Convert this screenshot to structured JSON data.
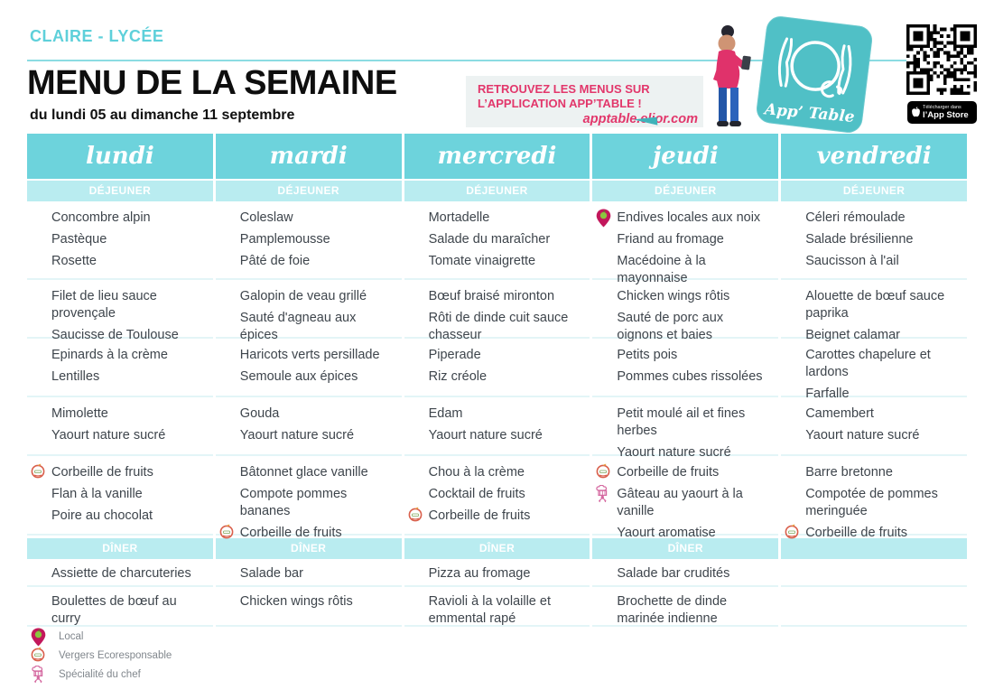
{
  "page": {
    "site_name": "CLAIRE - LYCÉE",
    "title": "MENU DE LA SEMAINE",
    "date_range": "du lundi 05 au dimanche 11 septembre"
  },
  "promo": {
    "line1": "RETROUVEZ LES MENUS SUR",
    "line2": "L’APPLICATION APP’TABLE !",
    "url": "apptable.elior.com",
    "app_logo_text": "App’ Table",
    "store_badge_top": "Télécharger dans",
    "store_badge_bottom": "l’App Store",
    "qr_icon": "qr-code-icon",
    "person_icon": "person-with-phone-illustration"
  },
  "table": {
    "days": [
      "lundi",
      "mardi",
      "mercredi",
      "jeudi",
      "vendredi"
    ],
    "lunch_label": "DÉJEUNER",
    "dinner_label": "DÎNER",
    "dinner_label_days": [
      true,
      true,
      true,
      true,
      false
    ],
    "lunch_rows": [
      {
        "name": "starters",
        "cells": [
          [
            {
              "label": "Concombre alpin"
            },
            {
              "label": "Pastèque"
            },
            {
              "label": "Rosette"
            }
          ],
          [
            {
              "label": "Coleslaw"
            },
            {
              "label": "Pamplemousse"
            },
            {
              "label": "Pâté de foie"
            }
          ],
          [
            {
              "label": "Mortadelle"
            },
            {
              "label": "Salade du maraîcher"
            },
            {
              "label": "Tomate vinaigrette"
            }
          ],
          [
            {
              "label": "Endives locales aux noix",
              "icon": "local-pin-icon"
            },
            {
              "label": "Friand au fromage"
            },
            {
              "label": "Macédoine à la mayonnaise"
            }
          ],
          [
            {
              "label": "Céleri rémoulade"
            },
            {
              "label": "Salade brésilienne"
            },
            {
              "label": "Saucisson à l'ail"
            }
          ]
        ]
      },
      {
        "name": "mains",
        "cells": [
          [
            {
              "label": "Filet de lieu sauce provençale"
            },
            {
              "label": "Saucisse de Toulouse"
            }
          ],
          [
            {
              "label": "Galopin de veau grillé"
            },
            {
              "label": "Sauté d'agneau aux épices"
            }
          ],
          [
            {
              "label": "Bœuf braisé mironton"
            },
            {
              "label": "Rôti de dinde cuit sauce chasseur"
            }
          ],
          [
            {
              "label": "Chicken wings rôtis"
            },
            {
              "label": "Sauté de porc aux oignons et baies"
            }
          ],
          [
            {
              "label": "Alouette de bœuf sauce paprika"
            },
            {
              "label": "Beignet calamar"
            }
          ]
        ]
      },
      {
        "name": "sides",
        "cells": [
          [
            {
              "label": "Epinards à la crème"
            },
            {
              "label": "Lentilles"
            }
          ],
          [
            {
              "label": "Haricots verts persillade"
            },
            {
              "label": "Semoule aux épices"
            }
          ],
          [
            {
              "label": "Piperade"
            },
            {
              "label": "Riz créole"
            }
          ],
          [
            {
              "label": "Petits pois"
            },
            {
              "label": "Pommes cubes rissolées"
            }
          ],
          [
            {
              "label": "Carottes chapelure et lardons"
            },
            {
              "label": "Farfalle"
            }
          ]
        ]
      },
      {
        "name": "dairy",
        "cells": [
          [
            {
              "label": "Mimolette"
            },
            {
              "label": "Yaourt nature sucré"
            }
          ],
          [
            {
              "label": "Gouda"
            },
            {
              "label": "Yaourt nature sucré"
            }
          ],
          [
            {
              "label": "Edam"
            },
            {
              "label": "Yaourt nature sucré"
            }
          ],
          [
            {
              "label": "Petit moulé ail et fines herbes"
            },
            {
              "label": "Yaourt nature sucré"
            }
          ],
          [
            {
              "label": "Camembert"
            },
            {
              "label": "Yaourt nature sucré"
            }
          ]
        ]
      },
      {
        "name": "desserts",
        "cells": [
          [
            {
              "label": "Corbeille de fruits",
              "icon": "vergers-ecoresponsable-icon"
            },
            {
              "label": "Flan à la vanille"
            },
            {
              "label": "Poire au chocolat"
            }
          ],
          [
            {
              "label": "Bâtonnet glace vanille"
            },
            {
              "label": "Compote pommes bananes"
            },
            {
              "label": "Corbeille de fruits",
              "icon": "vergers-ecoresponsable-icon"
            }
          ],
          [
            {
              "label": "Chou à la crème"
            },
            {
              "label": "Cocktail de fruits"
            },
            {
              "label": "Corbeille de fruits",
              "icon": "vergers-ecoresponsable-icon"
            }
          ],
          [
            {
              "label": "Corbeille de fruits",
              "icon": "vergers-ecoresponsable-icon"
            },
            {
              "label": "Gâteau au yaourt à la vanille",
              "icon": "chef-specialty-icon"
            },
            {
              "label": "Yaourt aromatise"
            }
          ],
          [
            {
              "label": "Barre bretonne"
            },
            {
              "label": "Compotée de pommes meringuée"
            },
            {
              "label": "Corbeille de fruits",
              "icon": "vergers-ecoresponsable-icon"
            }
          ]
        ]
      }
    ],
    "dinner_rows": [
      {
        "name": "dinner1",
        "cells": [
          [
            {
              "label": "Assiette de charcuteries"
            }
          ],
          [
            {
              "label": "Salade bar"
            }
          ],
          [
            {
              "label": "Pizza au fromage"
            }
          ],
          [
            {
              "label": "Salade bar crudités"
            }
          ],
          []
        ]
      },
      {
        "name": "dinner2",
        "cells": [
          [
            {
              "label": "Boulettes de bœuf au curry"
            }
          ],
          [
            {
              "label": "Chicken wings rôtis"
            }
          ],
          [
            {
              "label": "Ravioli à la volaille et emmental rapé"
            }
          ],
          [
            {
              "label": "Brochette de dinde marinée indienne"
            }
          ],
          []
        ]
      }
    ]
  },
  "legend": [
    {
      "icon": "local-pin-icon",
      "label": "Local"
    },
    {
      "icon": "vergers-ecoresponsable-icon",
      "label": "Vergers Ecoresponsable"
    },
    {
      "icon": "chef-specialty-icon",
      "label": "Spécialité du chef"
    }
  ],
  "colors": {
    "teal_header": "#6dd3dc",
    "teal_band": "#b9ecf0",
    "accent_pink": "#e2376b",
    "logo_teal": "#50c0c6",
    "text": "#3e454c"
  }
}
